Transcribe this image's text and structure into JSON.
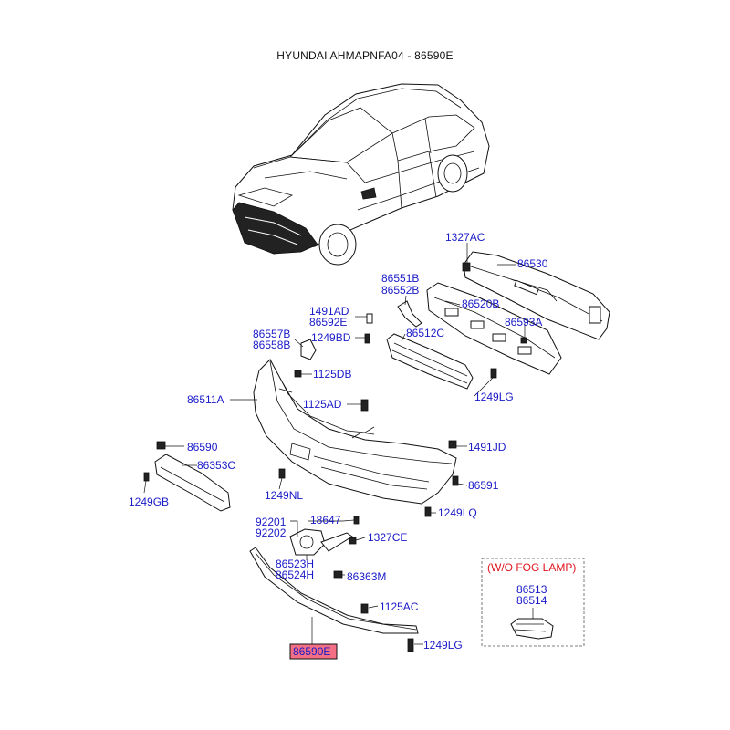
{
  "title": "HYUNDAI AHMAPNFA04 - 86590E",
  "colors": {
    "label": "#1a1ac8",
    "highlight_fill": "#f36f86",
    "note_red": "#e0141e"
  },
  "labels": {
    "p1327ac": "1327AC",
    "p86530": "86530",
    "p86551b": "86551B",
    "p86552b": "86552B",
    "p86520b": "86520B",
    "p1491ad": "1491AD",
    "p86592e": "86592E",
    "p86593a": "86593A",
    "p86557b": "86557B",
    "p86558b": "86558B",
    "p1249bd": "1249BD",
    "p86512c": "86512C",
    "p1125db": "1125DB",
    "p86511a": "86511A",
    "p1125ad": "1125AD",
    "p1249lg_a": "1249LG",
    "p86590": "86590",
    "p1491jd": "1491JD",
    "p86353c": "86353C",
    "p86591": "86591",
    "p1249gb": "1249GB",
    "p1249nl": "1249NL",
    "p1249lq": "1249LQ",
    "p92201": "92201",
    "p92202": "92202",
    "p18647": "18647",
    "p1327ce": "1327CE",
    "p86523h": "86523H",
    "p86524h": "86524H",
    "p86363m": "86363M",
    "p1125ac": "1125AC",
    "p86590e": "86590E",
    "p1249lg_b": "1249LG",
    "fog_note": "(W/O FOG LAMP)",
    "p86513": "86513",
    "p86514": "86514"
  }
}
